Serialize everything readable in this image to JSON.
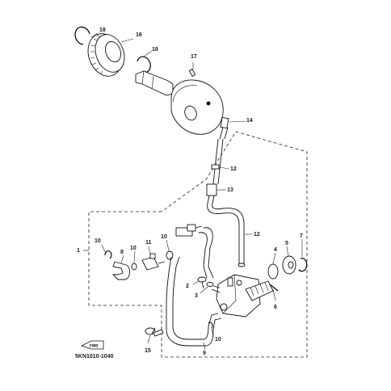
{
  "drawing_code": "5KN1010-1040",
  "fwd_marker": "FWD",
  "callouts": {
    "c1": "1",
    "c2": "2",
    "c3": "3",
    "c4": "4",
    "c5": "5",
    "c6": "6",
    "c7": "7",
    "c8": "8",
    "c9": "9",
    "c10a": "10",
    "c10b": "10",
    "c10c": "10",
    "c11": "11",
    "c12a": "12",
    "c12b": "12",
    "c13": "13",
    "c14": "14",
    "c15": "15",
    "c16": "16",
    "c17": "17",
    "c18a": "18",
    "c18b": "18"
  },
  "colors": {
    "ink": "#1a1a1a",
    "background": "#ffffff"
  }
}
